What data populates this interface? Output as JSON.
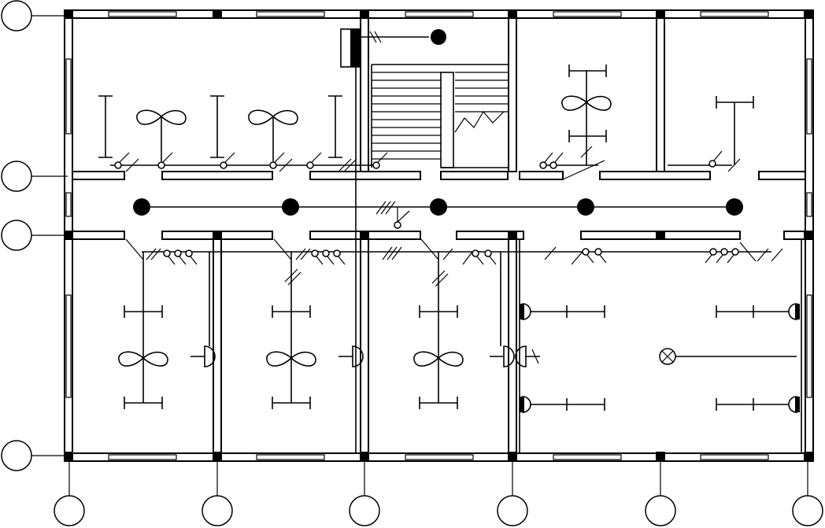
{
  "drawing": {
    "type": "electrical-lighting-floor-plan",
    "axis_labels_top": [],
    "axis_labels_left": [],
    "colors": {
      "line": "#000000",
      "background": "#ffffff"
    },
    "symbols": {
      "corridor_light": "filled-circle-light",
      "ceiling_fan": "ceiling-fan",
      "fluorescent_fixture": "fluorescent-tube-fixture",
      "switch": "wall-switch",
      "wall_light": "wall-mounted-light",
      "exhaust_fan": "exhaust-fan",
      "distribution_panel": "distribution-box",
      "stair": "staircase"
    }
  }
}
